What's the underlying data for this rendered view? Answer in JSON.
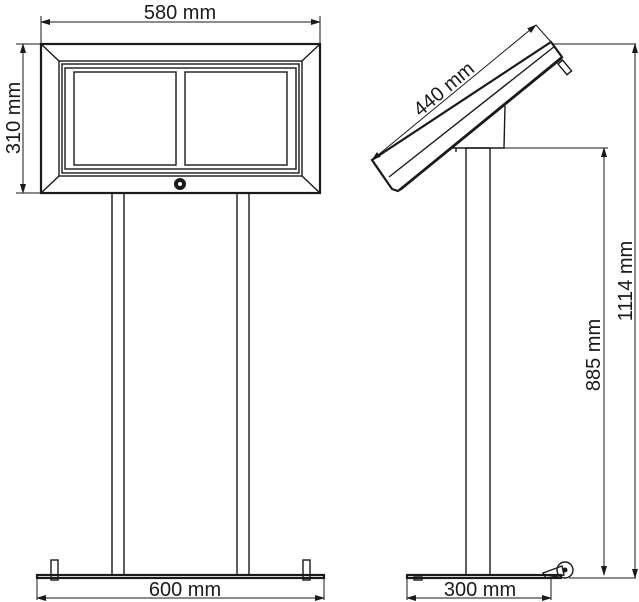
{
  "front_view": {
    "width_label": "580 mm",
    "height_label": "310 mm",
    "base_label": "600 mm",
    "panels": 2,
    "lock": "lock-icon"
  },
  "side_view": {
    "panel_length_label": "440 mm",
    "total_height_label": "1114 mm",
    "post_height_label": "885 mm",
    "base_depth_label": "300 mm",
    "wheel": "wheel-icon"
  },
  "colors": {
    "line": "#1a1a1a",
    "background": "#ffffff"
  }
}
